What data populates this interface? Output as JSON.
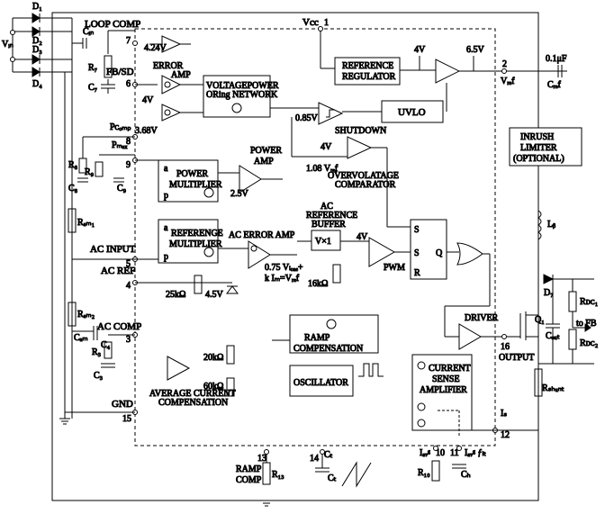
{
  "diodes": {
    "d1": "D₁",
    "d2": "D₂",
    "d3": "D₃",
    "d4": "D₄"
  },
  "vin": "Vᵢₙ",
  "caps": {
    "cin": "Cᵢₙ",
    "c7": "C₇",
    "c8": "C₈",
    "c9": "C₉",
    "cac": "Cₐₘ",
    "c4": "C₄",
    "c3": "C₃",
    "cref": "Cᵣₑf",
    "cout": "Cₒᵤₜ",
    "ct": "Cₜ",
    "ch": "Cₕ"
  },
  "resistors": {
    "r7": "R₇",
    "r8": "R₈",
    "r9": "R₉",
    "rac1": "Rₐₘ₁",
    "rac2": "Rₐₘ₂",
    "r3": "R₃",
    "r13": "R₁₃",
    "r10": "R₁₀",
    "rshunt": "Rₛₕᵤₙₜ",
    "rdc1": "Rᴅᴄ₁",
    "rdc2": "Rᴅᴄ₂"
  },
  "pins": {
    "loop_comp": "LOOP COMP",
    "p7": "7",
    "fbsd": "FB/SD",
    "p6": "6",
    "vcc": "Vcc",
    "p1": "1",
    "p2": "2",
    "vref": "Vᵣₑf",
    "pcomp": "Pᴄₒₘₚ",
    "p8": "8",
    "pmax": "Pₘₐₓ",
    "p9": "9",
    "ac_input": "AC INPUT",
    "p5": "5",
    "ac_ref": "AC REF",
    "p4": "4",
    "ac_comp": "AC COMP",
    "p3": "3",
    "gnd": "GND",
    "p15": "15",
    "ramp_comp": "RAMP",
    "ramp_comp2": "COMP",
    "p13": "13",
    "p14": "14",
    "ct": "Cₜ",
    "iavg": "Iₐᵥᵍ",
    "p10": "10",
    "iavg_flt": "Iₐᵥᵍ ƒₗₜ",
    "p11": "11",
    "is": "Iₛ",
    "p12": "12",
    "output": "OUTPUT",
    "p16": "16"
  },
  "blocks": {
    "error_amp": "ERROR",
    "error_amp2": "AMP",
    "voltage_power": "VOLTAGEPOWER",
    "oring": "ORing NETWORK",
    "reference_regulator": "REFERENCE",
    "reference_regulator2": "REGULATOR",
    "uvlo": "UVLO",
    "shutdown": "SHUTDOWN",
    "power_amp": "POWER",
    "power_amp2": "AMP",
    "power_mult": "POWER",
    "power_mult2": "MULTIPLIER",
    "ref_mult": "REFERENGE",
    "ref_mult2": "MULTIPLIER",
    "ovp": "OVERVOLATAGE",
    "ovp2": "COMPARATOR",
    "ac_ref_buffer": "AC",
    "ac_ref_buffer2": "REFERENCE",
    "ac_ref_buffer3": "BUFFER",
    "ac_error_amp": "AC ERROR AMP",
    "vx1": "V×1",
    "pwm": "PWM",
    "ramp_comp": "RAMP",
    "ramp_comp2": "COMPENSATION",
    "oscillator": "OSCILLATOR",
    "csa": "CURRENT",
    "csa2": "SENSE",
    "csa3": "AMPLIFIER",
    "avg_comp": "AVERAGE CURRENT",
    "avg_comp2": "COMPENSATION",
    "driver": "DRIVER",
    "inrush": "INRUSH",
    "inrush2": "LIMITER",
    "inrush3": "(OPTIONAL)",
    "eq1": "0.75 Vₗₒₐₑ+",
    "eq2": "k Iₘ=Vᵣₑf",
    "sr_s1": "S",
    "sr_s2": "S",
    "sr_r": "R",
    "sr_q": "Q"
  },
  "values": {
    "v424": "4.24V",
    "v4a": "4V",
    "v368": "3.68V",
    "v4b": "4V",
    "v65": "6.5V",
    "v085": "0.85V",
    "v4c": "4V",
    "v108": "1.08 Vᵣₑf",
    "v25": "2.5V",
    "v4d": "4V",
    "v45": "4.5V",
    "r25k": "25kΩ",
    "r16k": "16kΩ",
    "r20k": "20kΩ",
    "r60k": "60kΩ",
    "c01": "0.1μF",
    "lb": "Lᵦ",
    "d7": "D₇",
    "q1": "Q₁",
    "to_fb": "to FB",
    "a_label": "a",
    "p_label": "p",
    "a2_label": "a",
    "p2_label": "p"
  }
}
